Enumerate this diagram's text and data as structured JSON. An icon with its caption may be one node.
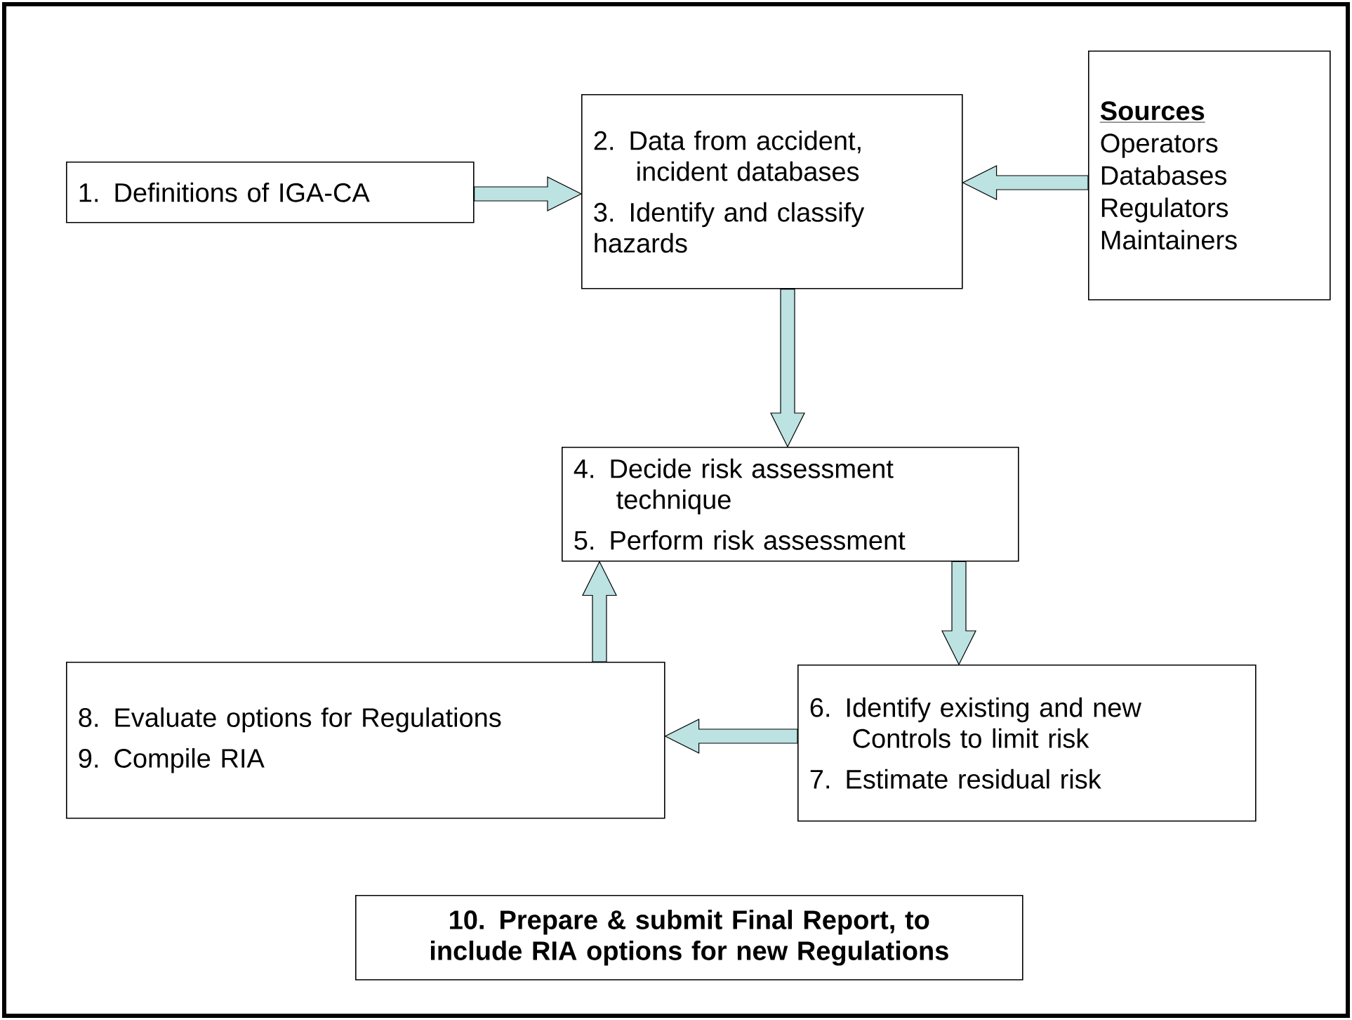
{
  "diagram": {
    "nodes": [
      {
        "text": [
          "1. Definitions of IGA-CA"
        ]
      },
      {
        "text": [
          "2. Data from accident, incident databases",
          "3. Identify and classify hazards"
        ]
      },
      {
        "text": [
          "Sources",
          "Operators",
          "Databases",
          "Regulators",
          "Maintainers"
        ]
      },
      {
        "text": [
          "4. Decide risk assessment technique",
          "5. Perform risk assessment"
        ]
      },
      {
        "text": [
          "8. Evaluate options for Regulations",
          "9. Compile RIA"
        ]
      },
      {
        "text": [
          "6. Identify existing and new Controls to limit risk",
          "7. Estimate residual risk"
        ]
      },
      {
        "text": [
          "10. Prepare & submit Final Report, to include RIA options for new Regulations"
        ]
      }
    ],
    "edges": [
      {
        "from": 0,
        "to": 1,
        "arrow": "to"
      },
      {
        "from": 2,
        "to": 1,
        "arrow": "to"
      },
      {
        "from": 1,
        "to": 3,
        "arrow": "to"
      },
      {
        "from": 3,
        "to": 5,
        "arrow": "to"
      },
      {
        "from": 5,
        "to": 4,
        "arrow": "to"
      },
      {
        "from": 4,
        "to": 3,
        "arrow": "to"
      }
    ]
  }
}
